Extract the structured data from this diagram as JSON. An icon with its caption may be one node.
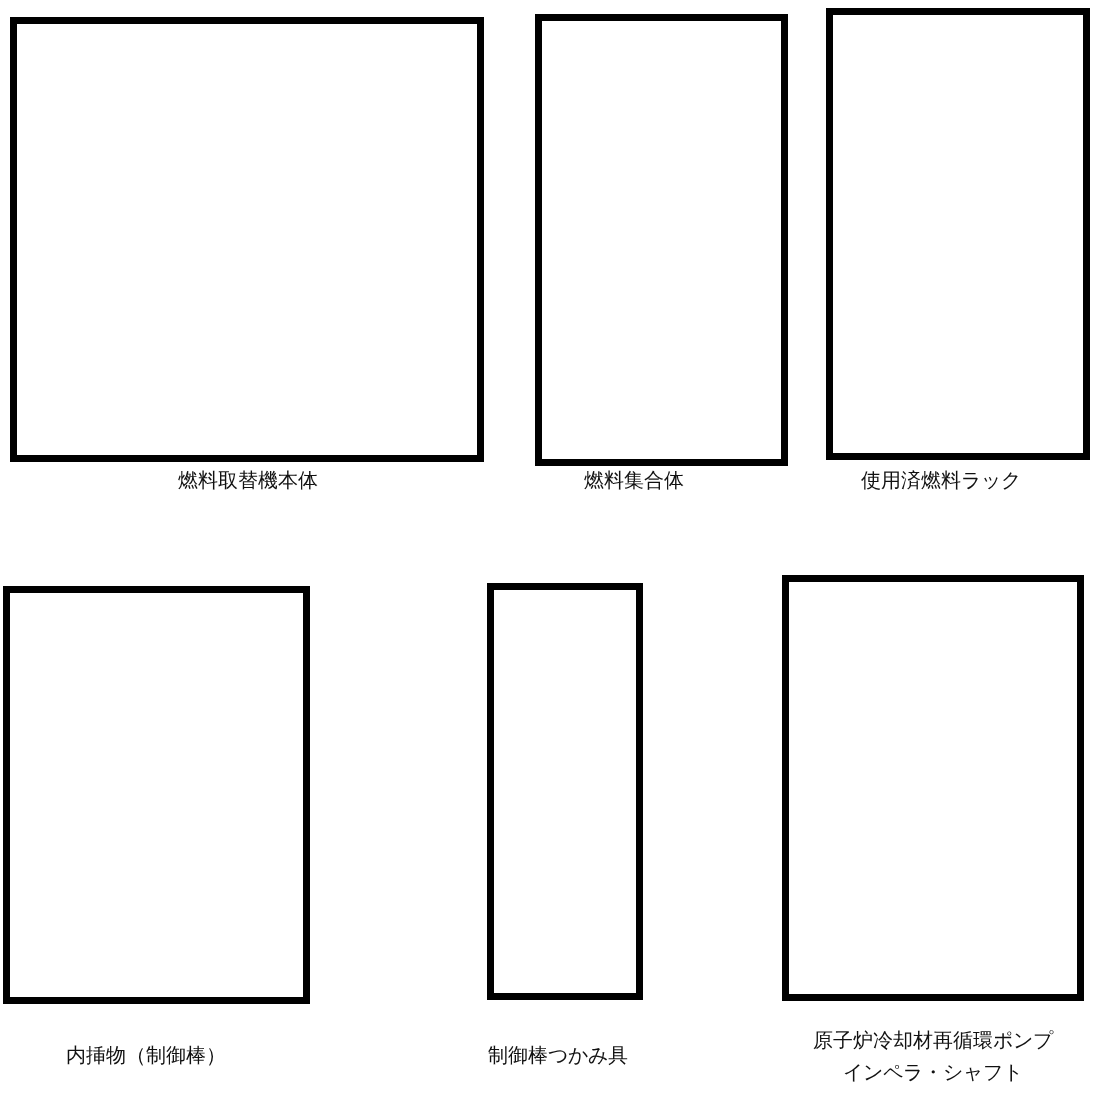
{
  "diagram": {
    "nodes": [
      {
        "text": [],
        "shape": "box",
        "beside": [
          "燃料取替機本体"
        ]
      },
      {
        "text": [],
        "shape": "box",
        "beside": [
          "燃料集合体"
        ]
      },
      {
        "text": [],
        "shape": "box",
        "beside": [
          "使用済燃料ラック"
        ]
      },
      {
        "text": [],
        "shape": "box",
        "beside": [
          "内挿物（制御棒）"
        ]
      },
      {
        "text": [],
        "shape": "box",
        "beside": [
          "制御棒つかみ具"
        ]
      },
      {
        "text": [],
        "shape": "box",
        "beside": [
          "原子炉冷却材再循環ポンプインペラ・シャフト"
        ]
      }
    ]
  }
}
